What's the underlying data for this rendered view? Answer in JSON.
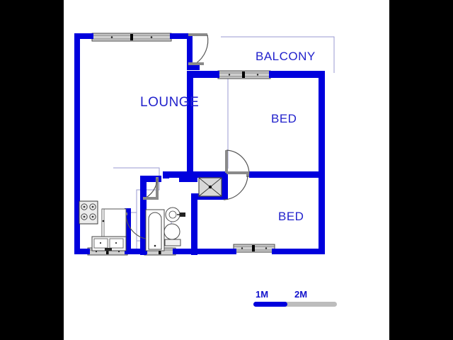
{
  "document": {
    "type": "floor-plan",
    "background_color": "#000000",
    "paper_color": "#ffffff"
  },
  "plan": {
    "wall_color": "#0000dd",
    "label_color": "#2222cc",
    "fixture_line_color": "#555555",
    "fixture_fill_color": "#d6d6d6",
    "thin_line_color": "#9a9ad0",
    "rooms": [
      {
        "id": "lounge",
        "label": "LOUNGE"
      },
      {
        "id": "balcony",
        "label": "BALCONY"
      },
      {
        "id": "bed1",
        "label": "BED"
      },
      {
        "id": "bed2",
        "label": "BED"
      }
    ],
    "fixtures": [
      {
        "id": "stove",
        "name": "kitchen-stove",
        "burners": 4
      },
      {
        "id": "counter",
        "name": "kitchen-counter"
      },
      {
        "id": "kitchen-sink",
        "name": "kitchen-sink",
        "basins": 2
      },
      {
        "id": "bathtub",
        "name": "bathtub"
      },
      {
        "id": "basin",
        "name": "bathroom-basin"
      },
      {
        "id": "toilet",
        "name": "toilet"
      },
      {
        "id": "shower",
        "name": "shower"
      }
    ],
    "windows": [
      {
        "id": "win-lounge-top",
        "wall": "north",
        "room": "lounge"
      },
      {
        "id": "win-bed1-top",
        "wall": "north",
        "room": "bed1"
      },
      {
        "id": "win-bed2-bottom",
        "wall": "south",
        "room": "bed2"
      },
      {
        "id": "win-bath-bottom",
        "wall": "south",
        "room": "bathroom"
      },
      {
        "id": "win-kitchen",
        "wall": "south",
        "room": "kitchen"
      }
    ],
    "doors": [
      {
        "id": "door-balcony",
        "swing": "right"
      },
      {
        "id": "door-bed1",
        "swing": "left"
      },
      {
        "id": "door-bed2",
        "swing": "left"
      },
      {
        "id": "door-bathroom",
        "swing": "right"
      },
      {
        "id": "door-kitchen",
        "swing": "right"
      }
    ]
  },
  "scale": {
    "label_1m": "1M",
    "label_2m": "2M",
    "fill_color": "#0000dd",
    "track_color": "#bdbdbd"
  }
}
